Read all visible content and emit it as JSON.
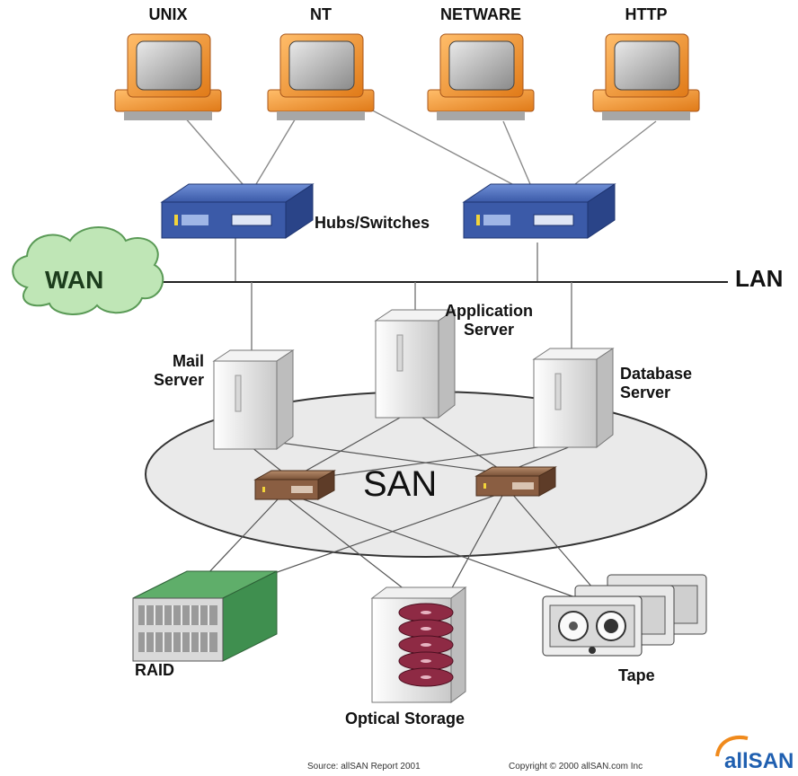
{
  "clients": [
    {
      "label": "UNIX"
    },
    {
      "label": "NT"
    },
    {
      "label": "NETWARE"
    },
    {
      "label": "HTTP"
    }
  ],
  "switches_label": "Hubs/Switches",
  "wan_label": "WAN",
  "lan_label": "LAN",
  "servers": {
    "mail": {
      "line1": "Mail",
      "line2": "Server"
    },
    "application": {
      "line1": "Application",
      "line2": "Server"
    },
    "database": {
      "line1": "Database",
      "line2": "Server"
    }
  },
  "san_label": "SAN",
  "storage": {
    "raid": "RAID",
    "optical": "Optical Storage",
    "tape": "Tape"
  },
  "footer": {
    "source": "Source: allSAN Report 2001",
    "copyright": "Copyright © 2000 allSAN.com Inc",
    "logo_text": "allSAN"
  },
  "colors": {
    "monitor_orange": "#f39a3c",
    "switch_blue": "#3b5aa8",
    "cloud_green": "#b8e3b0",
    "raid_green": "#3f8f4f",
    "disk_maroon": "#8e2a44",
    "logo_blue": "#1f5fb0",
    "logo_orange": "#f08a1c"
  }
}
